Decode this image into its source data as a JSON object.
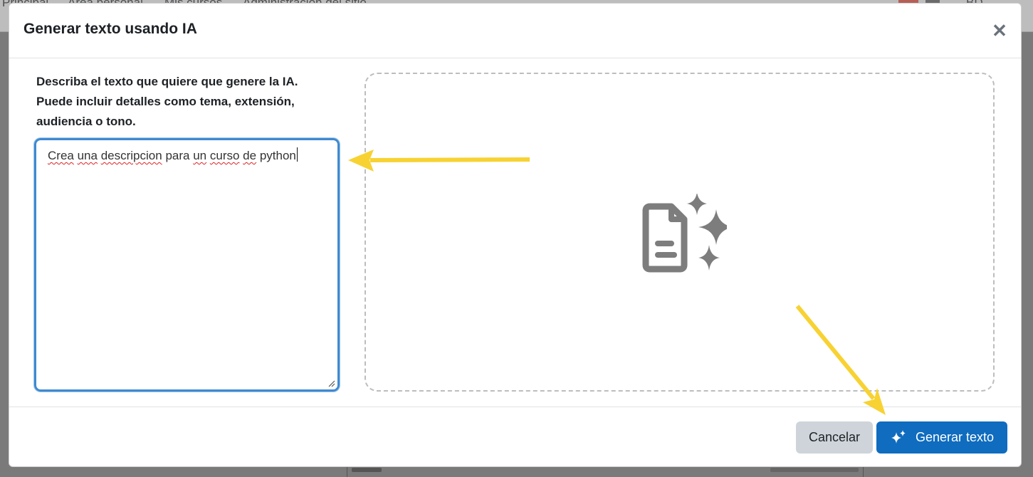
{
  "background": {
    "nav_items": [
      "Principal",
      "Area personal",
      "Mis cursos",
      "Administración del sitio"
    ],
    "user_initials": "BD"
  },
  "modal": {
    "title": "Generar texto usando IA",
    "close_icon": "close-icon",
    "prompt_label": "Describa el texto que quiere que genere la IA. Puede incluir detalles como tema, extensión, audiencia o tono.",
    "prompt_value_words": [
      "Crea",
      "una",
      "descripcion",
      "para",
      "un",
      "curso",
      "de",
      "python"
    ],
    "preview_icon": "ai-document-sparkle-icon",
    "buttons": {
      "cancel": "Cancelar",
      "generate": "Generar texto"
    }
  },
  "colors": {
    "primary": "#0f6cbf",
    "focus_border": "#3f8ad0",
    "secondary_button": "#ced4da",
    "annotation_arrow": "#f7d232"
  }
}
